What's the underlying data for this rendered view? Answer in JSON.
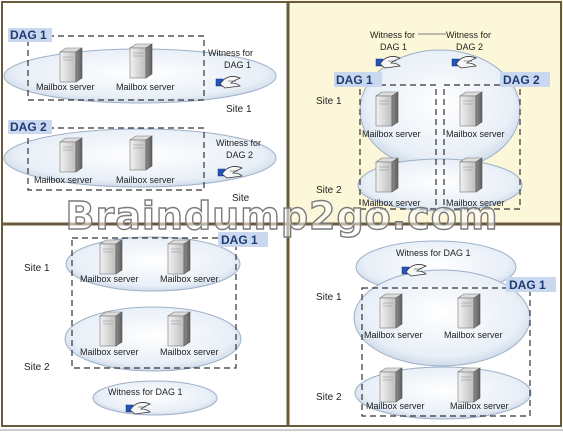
{
  "colors": {
    "panel_border": "#6b5a3a",
    "yellow_panel": "#fbf7d8",
    "white_panel": "#ffffff",
    "dag_label_bg": "#c9d8ee",
    "dag_text": "#1f3b73",
    "ellipse_fill": "#e7eef6",
    "ellipse_stroke": "#9fb1c8"
  },
  "icons": {
    "server": "mailbox-server-icon",
    "witness": "witness-hand-icon"
  },
  "watermark": "Braindump2go.com",
  "panel1": {
    "dag1_label": "DAG 1",
    "dag1_server_left": "Mailbox server",
    "dag1_server_right": "Mailbox server",
    "dag1_witness_line1": "Witness for",
    "dag1_witness_line2": "DAG 1",
    "dag1_site": "Site 1",
    "dag2_label": "DAG 2",
    "dag2_server_left": "Mailbox server",
    "dag2_server_right": "Mailbox server",
    "dag2_witness_line1": "Witness for",
    "dag2_witness_line2": "DAG 2",
    "dag2_site": "Site"
  },
  "panel2": {
    "witness1_line1": "Witness for",
    "witness1_line2": "DAG 1",
    "witness2_line1": "Witness for",
    "witness2_line2": "DAG 2",
    "dag1_label": "DAG 1",
    "dag2_label": "DAG 2",
    "site1": "Site 1",
    "site2": "Site 2",
    "server_tl": "Mailbox server",
    "server_tr": "Mailbox server",
    "server_bl": "Mailbox server",
    "server_br": "Mailbox server"
  },
  "panel3": {
    "dag_label": "DAG 1",
    "site1": "Site 1",
    "site2": "Site 2",
    "server_tl": "Mailbox server",
    "server_tr": "Mailbox server",
    "server_bl": "Mailbox server",
    "server_br": "Mailbox server",
    "witness": "Witness for DAG 1"
  },
  "panel4": {
    "witness": "Witness for DAG 1",
    "dag_label": "DAG 1",
    "site1": "Site 1",
    "site2": "Site 2",
    "server_tl": "Mailbox server",
    "server_tr": "Mailbox server",
    "server_bl": "Mailbox server",
    "server_br": "Mailbox server"
  }
}
